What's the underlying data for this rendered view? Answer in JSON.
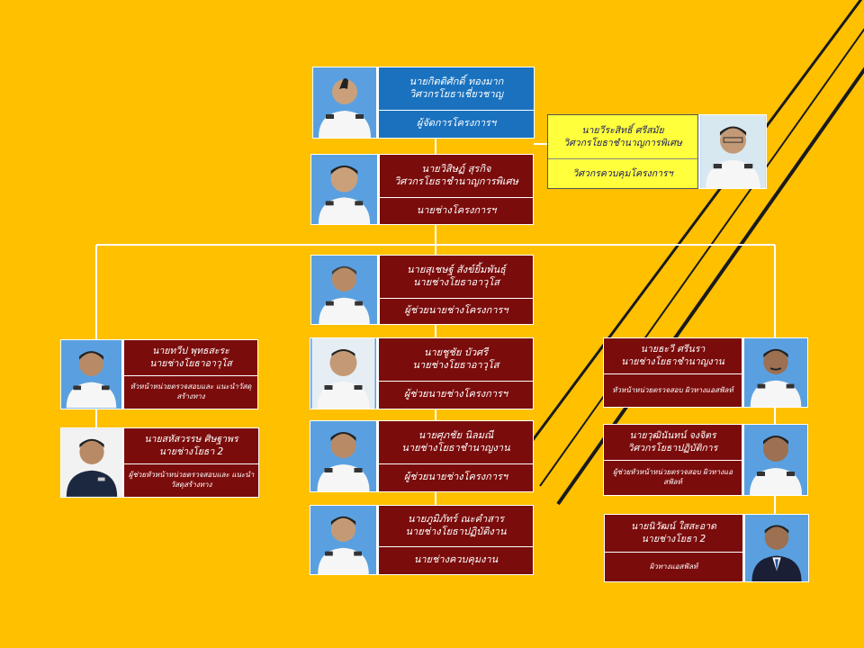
{
  "colors": {
    "background": "#ffc000",
    "maroon": "#7b0c0c",
    "blue": "#1a72bf",
    "yellow_box": "#ffff3c",
    "connector": "#ffffff"
  },
  "people": [
    {
      "id": "kittisak",
      "name": "นายกิตติศักดิ์   ทองมาก",
      "title": "วิศวกรโยธาเชี่ยวชาญ",
      "role": "ผู้จัดการโครงการฯ",
      "photo_icon": "person-photo"
    },
    {
      "id": "wirasit",
      "name": "นายวีระสิทธิ์  ศรีสมัย",
      "title": "วิศวกรโยธาชำนาญการพิเศษ",
      "role": "วิศวกรควบคุมโครงการฯ",
      "photo_icon": "person-photo"
    },
    {
      "id": "wisit",
      "name": "นายวิสิษฏ์  สุรกิจ",
      "title": "วิศวกรโยธาชำนาญการพิเศษ",
      "role": "นายช่างโครงการฯ",
      "photo_icon": "person-photo"
    },
    {
      "id": "suchet",
      "name": "นายสุเชษฐ์  สังข์ยิ้มพันธุ์",
      "title": "นายช่างโยธาอาวุโส",
      "role": "ผู้ช่วยนายช่างโครงการฯ",
      "photo_icon": "person-photo"
    },
    {
      "id": "thawip",
      "name": "นายทวีป  พุทธสะระ",
      "title": "นายช่างโยธาอาวุโส",
      "role": "หัวหน้าหน่วยตรวจสอบและ แนะนำวัสดุสร้างทาง",
      "photo_icon": "person-photo"
    },
    {
      "id": "chuchai",
      "name": "นายชูชัย  บัวศรี",
      "title": "นายช่างโยธาอาวุโส",
      "role": "ผู้ช่วยนายช่างโครงการฯ",
      "photo_icon": "person-photo"
    },
    {
      "id": "thawee",
      "name": "นายธะวี  ศรีนรา",
      "title": "นายช่างโยธาชำนาญงาน",
      "role": "หัวหน้าหน่วยตรวจสอบ ผิวทางแอสฟัลท์",
      "photo_icon": "person-photo"
    },
    {
      "id": "sahassawat",
      "name": "นายสหัสวรรษ  ศิษฐาพร",
      "title": "นายช่างโยธา 2",
      "role": "ผู้ช่วยหัวหน้าหน่วยตรวจสอบและ แนะนำวัสดุสร้างทาง",
      "photo_icon": "person-photo"
    },
    {
      "id": "sukchai",
      "name": "นายศุภชัย  นิลมณี",
      "title": "นายช่างโยธาชำนาญงาน",
      "role": "ผู้ช่วยนายช่างโครงการฯ",
      "photo_icon": "person-photo"
    },
    {
      "id": "wuthinan",
      "name": "นายวุฒินันทน์ จงจิตร",
      "title": "วิศวกรโยธาปฏิบัติการ",
      "role": "ผู้ช่วยหัวหน้าหน่วยตรวจสอบ ผิวทางแอสฟัลท์",
      "photo_icon": "person-photo"
    },
    {
      "id": "phumiphat",
      "name": "นายภูมิภัทร์  ณะคำสาร",
      "title": "นายช่างโยธาปฏิบัติงาน",
      "role": "นายช่างควบคุมงาน",
      "photo_icon": "person-photo"
    },
    {
      "id": "niwat",
      "name": "นายนิวัฒน์ ใสสะอาด",
      "title": "นายช่างโยธา 2",
      "role": "ผิวทางแอสฟัลท์",
      "photo_icon": "person-photo"
    }
  ]
}
